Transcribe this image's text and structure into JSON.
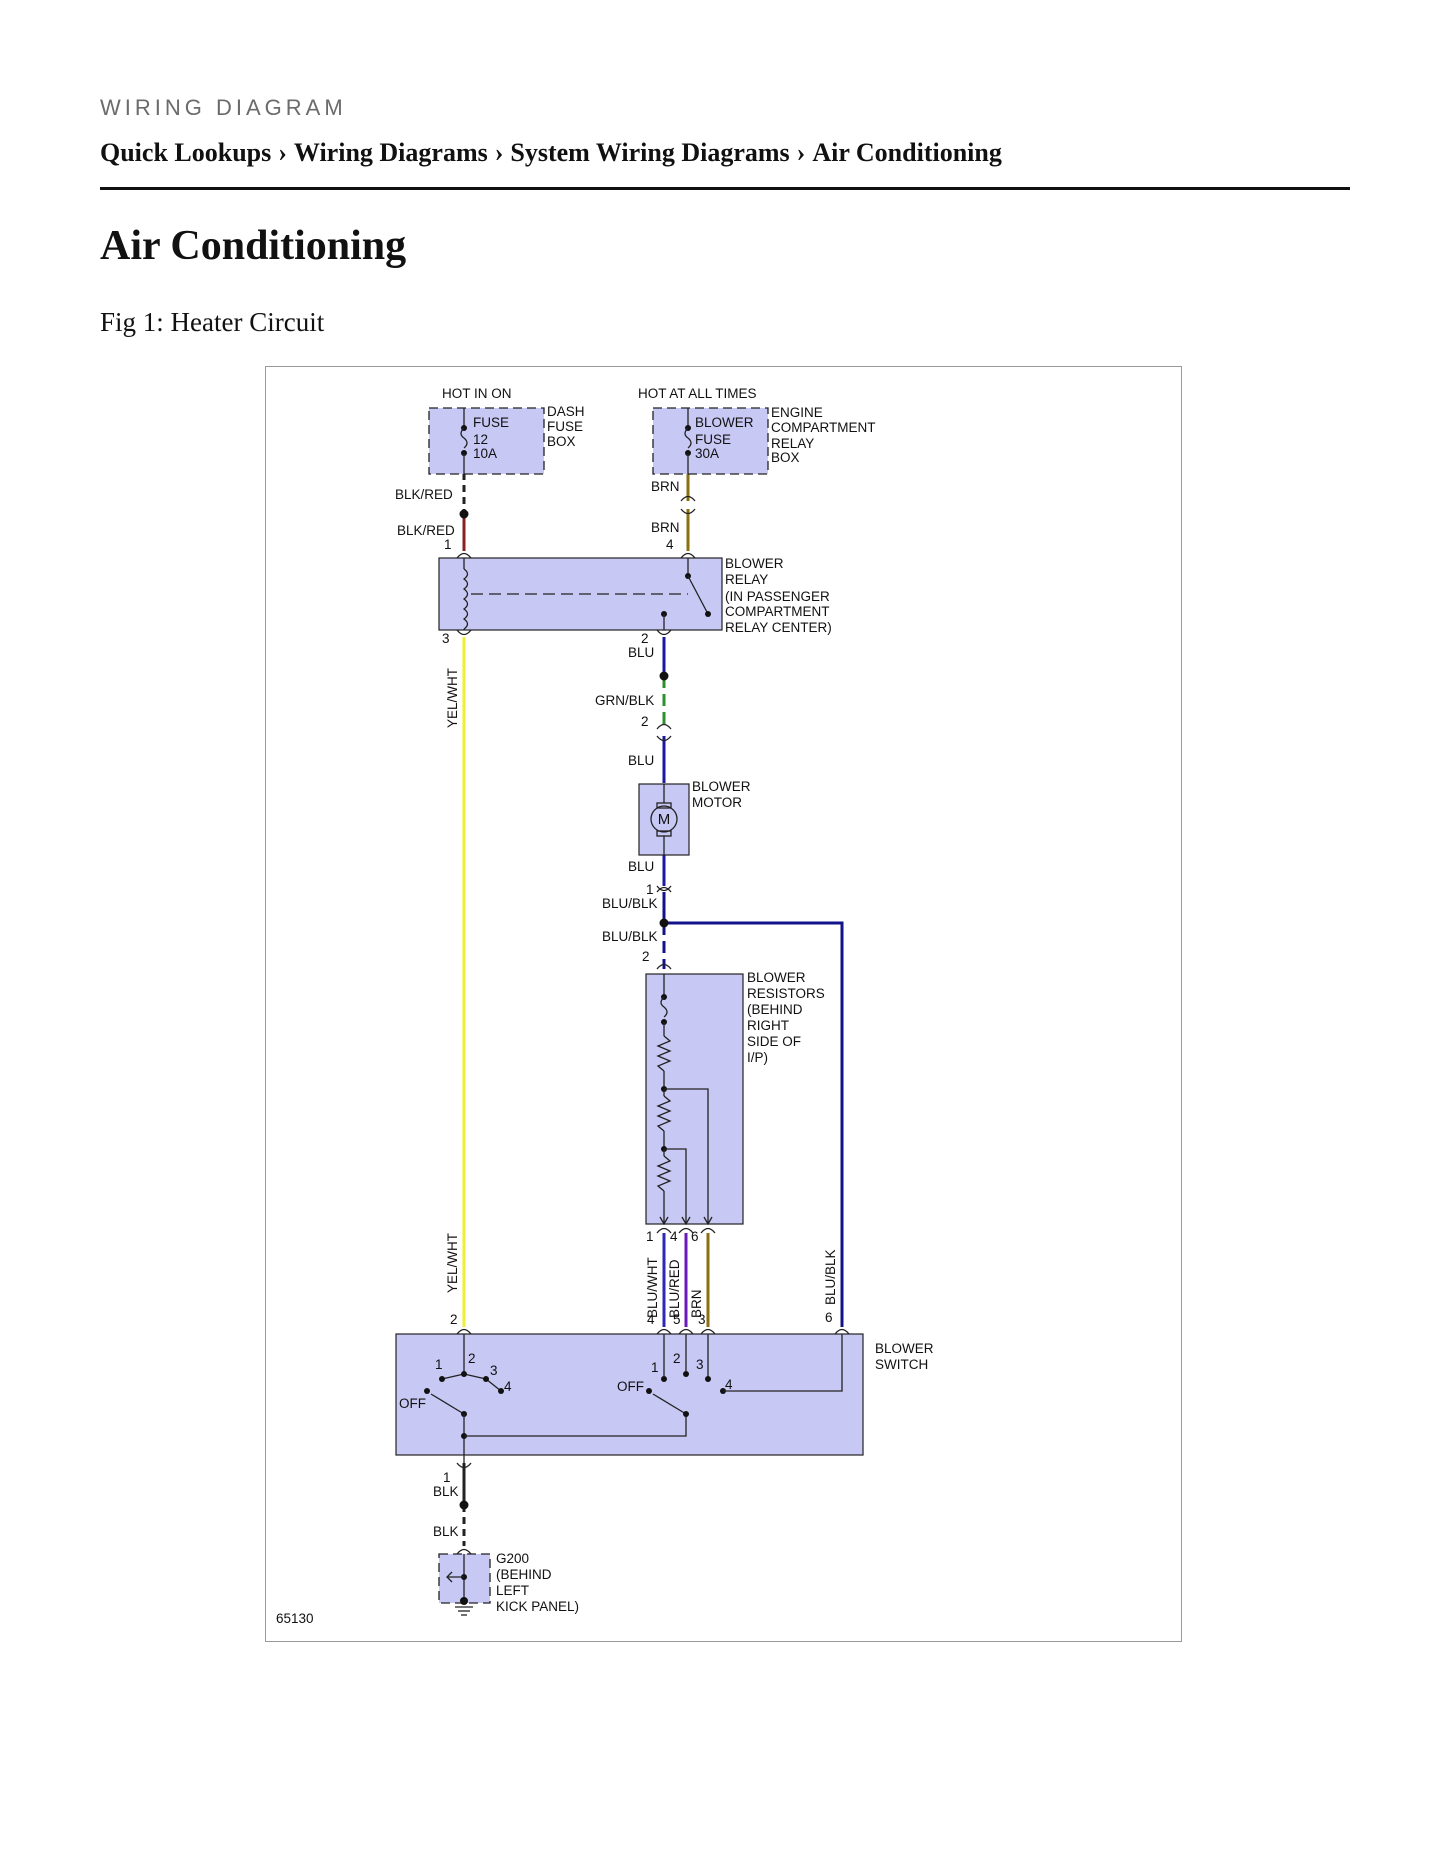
{
  "header": {
    "kicker": "WIRING DIAGRAM",
    "breadcrumb": [
      "Quick Lookups",
      "Wiring Diagrams",
      "System Wiring Diagrams",
      "Air Conditioning"
    ],
    "separator": "›"
  },
  "page": {
    "title": "Air Conditioning",
    "figure_caption": "Fig 1: Heater Circuit"
  },
  "diagram": {
    "figure_id": "65130",
    "wire_colors": {
      "BLK": "#222222",
      "BLK/RED": "#8b2020",
      "BRN": "#8a7010",
      "BLU": "#1a1aa0",
      "GRN/BLK": "#2f8f2f",
      "YEL/WHT": "#f2ef3c",
      "BLU/BLK": "#12128a",
      "BLU/WHT": "#2a2ab4",
      "BLU/RED": "#6a1ab8"
    },
    "fuse_left": {
      "header": "HOT IN ON",
      "lines": [
        "FUSE",
        "12",
        "10A"
      ],
      "box_label": [
        "DASH",
        "FUSE",
        "BOX"
      ]
    },
    "fuse_right": {
      "header": "HOT AT ALL TIMES",
      "lines": [
        "BLOWER",
        "FUSE",
        "30A"
      ],
      "box_label": [
        "ENGINE",
        "COMPARTMENT",
        "RELAY",
        "BOX"
      ]
    },
    "relay": {
      "label": [
        "BLOWER",
        "RELAY",
        "(IN PASSENGER",
        "COMPARTMENT",
        "RELAY CENTER)"
      ],
      "pins": [
        "1",
        "4",
        "3",
        "2"
      ]
    },
    "motor": {
      "label": [
        "BLOWER",
        "MOTOR"
      ],
      "symbol": "M"
    },
    "resistors": {
      "label": [
        "BLOWER",
        "RESISTORS",
        "(BEHIND",
        "RIGHT",
        "SIDE OF",
        "I/P)"
      ],
      "pins": [
        "1",
        "4",
        "6"
      ]
    },
    "switch": {
      "label": [
        "BLOWER",
        "SWITCH"
      ],
      "pins_top": [
        "2",
        "4",
        "5",
        "3",
        "6"
      ],
      "left_contacts": [
        "1",
        "2",
        "3",
        "4",
        "OFF"
      ],
      "right_contacts": [
        "1",
        "2",
        "3",
        "4",
        "OFF"
      ],
      "pin_bottom": "1"
    },
    "ground": {
      "label": [
        "G200",
        "(BEHIND",
        "LEFT",
        "KICK PANEL)"
      ]
    },
    "wires": {
      "blk_red_upper": "BLK/RED",
      "blk_red_lower": "BLK/RED",
      "brn_upper": "BRN",
      "brn_lower": "BRN",
      "blu_relay": "BLU",
      "grn_blk": "GRN/BLK",
      "grn_blk_pin": "2",
      "blu_motor_top": "BLU",
      "blu_motor_bottom": "BLU",
      "motor_pin": "1",
      "blu_blk_upper": "BLU/BLK",
      "blu_blk_lower": "BLU/BLK",
      "resistor_in_pin": "2",
      "yel_wht_upper": "YEL/WHT",
      "yel_wht_lower": "YEL/WHT",
      "blu_wht": "BLU/WHT",
      "blu_red": "BLU/RED",
      "brn_sw": "BRN",
      "blu_blk_sw": "BLU/BLK",
      "blk_upper": "BLK",
      "blk_lower": "BLK"
    }
  }
}
